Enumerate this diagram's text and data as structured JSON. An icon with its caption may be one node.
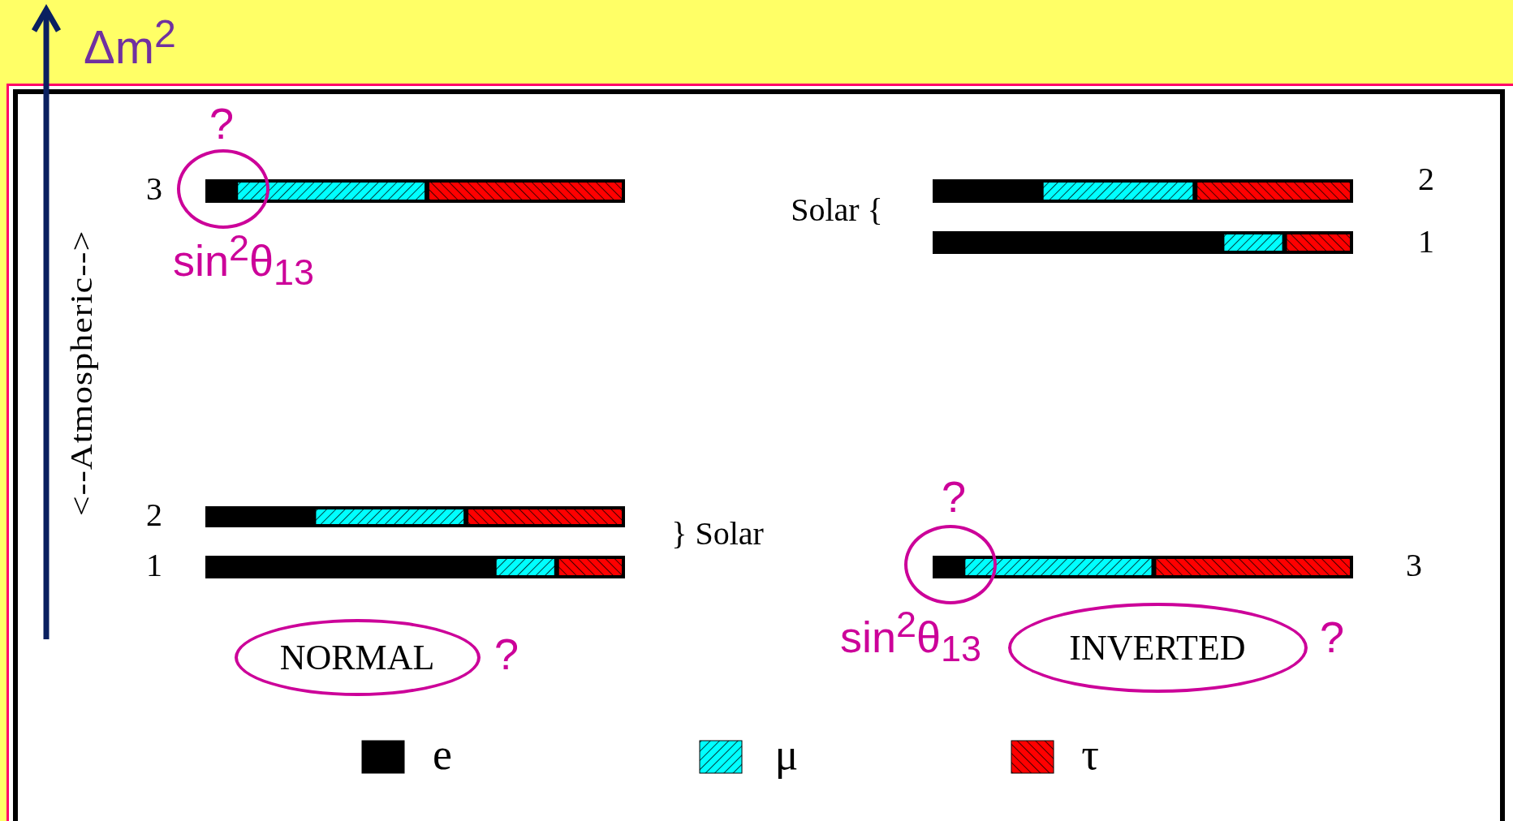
{
  "diagram": {
    "nodes": [
      {
        "text": [],
        "shape": "circle",
        "beside": [
          "?",
          "sin$^{2}$θ$_{13}$"
        ]
      },
      {
        "text": [
          "NORMAL"
        ],
        "beside": [
          "?"
        ]
      },
      {
        "text": [],
        "shape": "circle",
        "beside": [
          "?",
          "sin$^{2}$θ$_{13}$"
        ]
      },
      {
        "text": [
          "INVERTED"
        ],
        "beside": [
          "?"
        ]
      }
    ],
    "edges": [],
    "labels": [
      "Δm$^{2}$",
      "3",
      "Solar {",
      "2",
      "1",
      "<--Atmospheric-->",
      "2",
      "1",
      "} Solar",
      "3"
    ],
    "legend": [
      {
        "text": "e",
        "color": "#000000"
      },
      {
        "text": "μ",
        "color": "#00ffff"
      },
      {
        "text": "τ",
        "color": "#ff0000"
      }
    ]
  }
}
